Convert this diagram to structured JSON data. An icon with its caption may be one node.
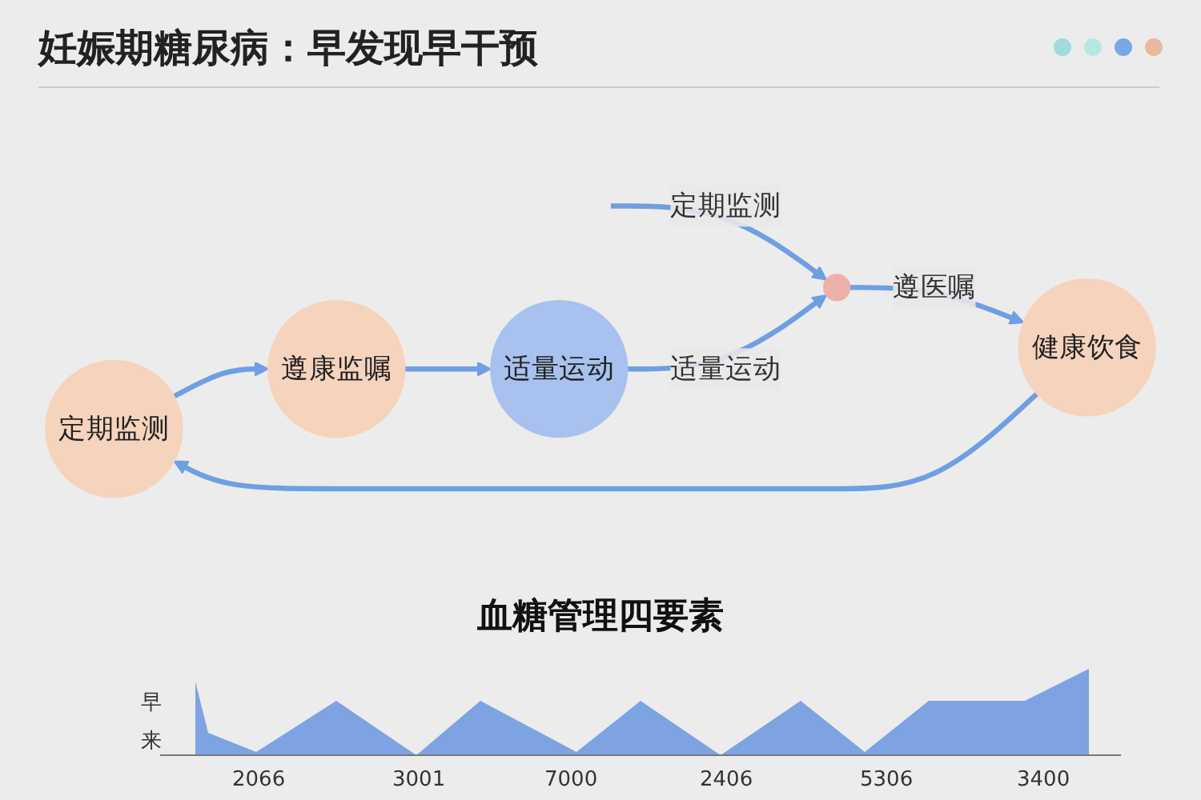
{
  "diagram": {
    "title": "妊娠期糖尿病：早发现早干预",
    "nodes": [
      {
        "text": [
          "定期监测"
        ]
      },
      {
        "text": [
          "遵康监嘱"
        ]
      },
      {
        "text": [
          "健康饮食"
        ]
      },
      {
        "text": [],
        "shape": "circle"
      },
      {
        "text": [
          "适量运动"
        ]
      }
    ],
    "edges": [
      {
        "from": 2,
        "to": 0,
        "arrow": "to"
      },
      {
        "from": 0,
        "to": 1,
        "arrow": "to"
      },
      {
        "from": null,
        "to": 3,
        "arrow": "to",
        "label": "定期监测"
      },
      {
        "from": 1,
        "to": 4,
        "arrow": "to"
      },
      {
        "from": 4,
        "to": 3,
        "arrow": "to",
        "label": "适量运动"
      },
      {
        "from": 3,
        "to": 2,
        "arrow": "to",
        "label": "遵医嘱"
      }
    ],
    "labels": [
      "血糖管理四要素",
      "早",
      "来",
      "2066",
      "3001",
      "7000",
      "2406",
      "5306",
      "3400"
    ]
  }
}
